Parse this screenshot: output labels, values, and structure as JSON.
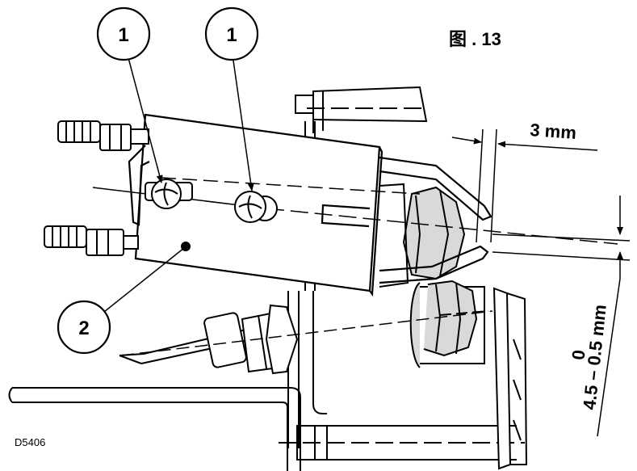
{
  "figure": {
    "title": "图 . 13",
    "code": "D5406"
  },
  "callouts": [
    {
      "label": "1"
    },
    {
      "label": "1"
    },
    {
      "label": "2"
    }
  ],
  "dimensions": {
    "gap": "3 mm",
    "offset_top": "0",
    "offset_bottom": "4.5 – 0.5 mm"
  },
  "colors": {
    "line": "#000000",
    "nut_fill": "#d9d9d9",
    "background": "#ffffff"
  }
}
